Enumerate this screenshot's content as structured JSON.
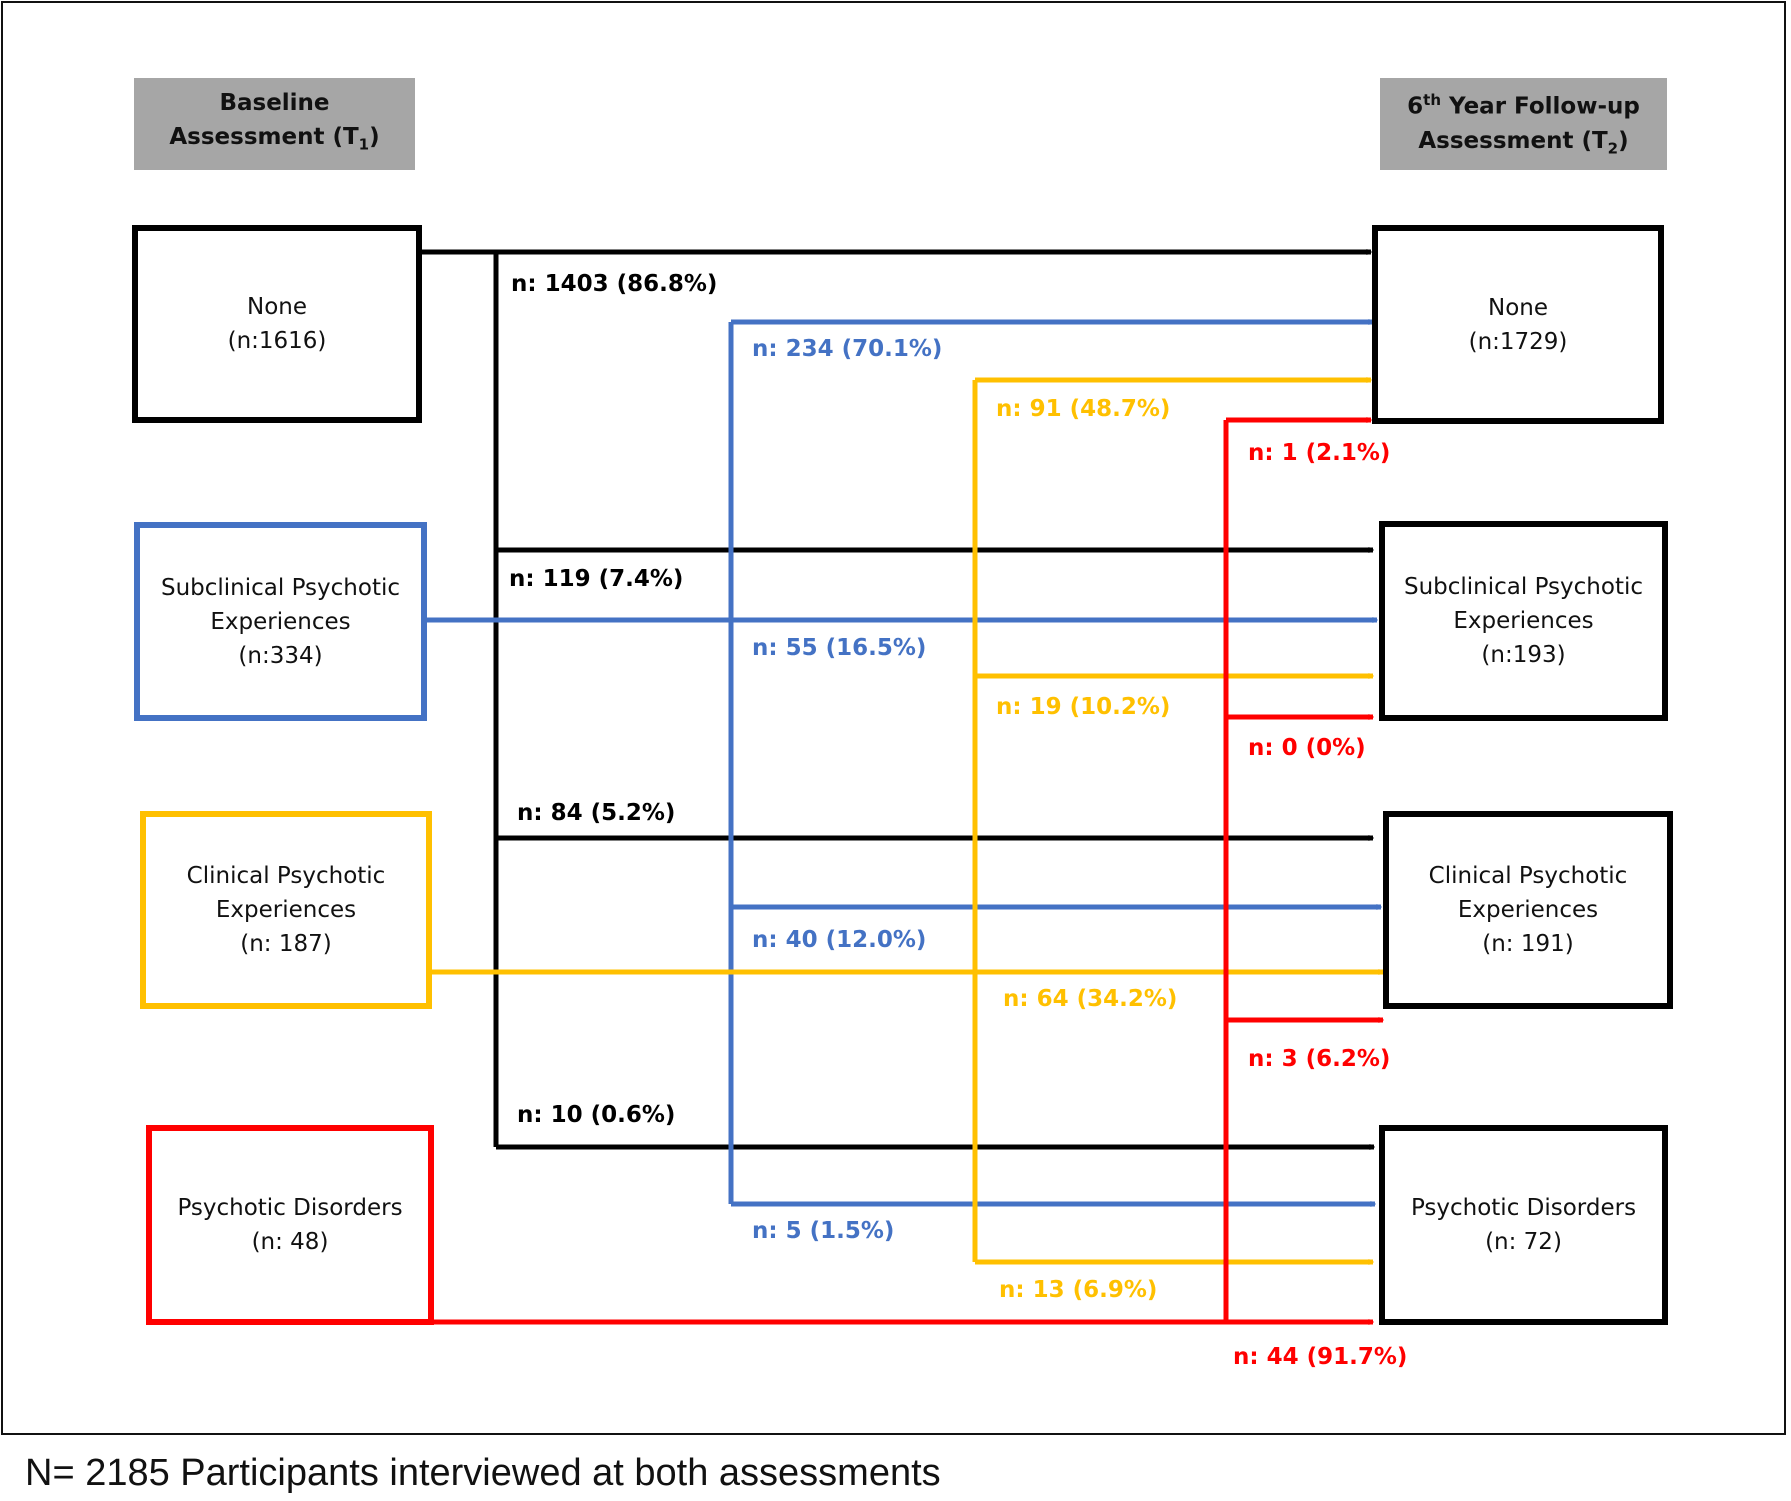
{
  "headers": {
    "left": {
      "line1": "Baseline",
      "line2_prefix": "Assessment (T",
      "line2_sub": "1",
      "line2_suffix": ")"
    },
    "right": {
      "line1_prefix": "6",
      "line1_sup": "th",
      "line1_suffix": " Year Follow-up",
      "line2_prefix": "Assessment (T",
      "line2_sub": "2",
      "line2_suffix": ")"
    }
  },
  "baseline_groups": [
    {
      "id": "none",
      "lines": [
        "None",
        "(n:1616)"
      ]
    },
    {
      "id": "subclinical",
      "lines": [
        "Subclinical Psychotic",
        "Experiences",
        "(n:334)"
      ]
    },
    {
      "id": "clinical",
      "lines": [
        "Clinical Psychotic",
        "Experiences",
        "(n: 187)"
      ]
    },
    {
      "id": "disorders",
      "lines": [
        "Psychotic Disorders",
        "(n: 48)"
      ]
    }
  ],
  "followup_groups": [
    {
      "id": "none",
      "lines": [
        "None",
        "(n:1729)"
      ]
    },
    {
      "id": "subclinical",
      "lines": [
        "Subclinical Psychotic",
        "Experiences",
        "(n:193)"
      ]
    },
    {
      "id": "clinical",
      "lines": [
        "Clinical Psychotic",
        "Experiences",
        "(n: 191)"
      ]
    },
    {
      "id": "disorders",
      "lines": [
        "Psychotic Disorders",
        "(n: 72)"
      ]
    }
  ],
  "colors": {
    "none": "#000000",
    "subclinical": "#4472c4",
    "clinical": "#ffc000",
    "disorders": "#ff0000"
  },
  "transitions": {
    "none": [
      "n: 1403 (86.8%)",
      "n: 119 (7.4%)",
      "n: 84 (5.2%)",
      "n: 10 (0.6%)"
    ],
    "subclinical": [
      "n: 234 (70.1%)",
      "n: 55 (16.5%)",
      "n: 40 (12.0%)",
      "n: 5 (1.5%)"
    ],
    "clinical": [
      "n: 91 (48.7%)",
      "n: 19 (10.2%)",
      "n: 64 (34.2%)",
      "n: 13 (6.9%)"
    ],
    "disorders": [
      "n: 1 (2.1%)",
      "n: 0 (0%)",
      "n: 3 (6.2%)",
      "n: 44 (91.7%)"
    ]
  },
  "footnote": "N= 2185 Participants interviewed  at both assessments"
}
